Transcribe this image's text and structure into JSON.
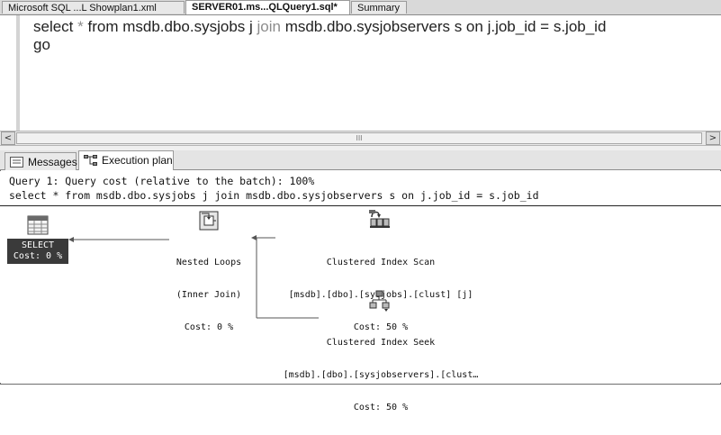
{
  "document_tabs": [
    {
      "label": "Microsoft SQL ...L Showplan1.xml",
      "active": false
    },
    {
      "label": "SERVER01.ms...QLQuery1.sql*",
      "active": true
    },
    {
      "label": "Summary",
      "active": false
    }
  ],
  "editor": {
    "line1": {
      "t1": "select",
      "t2": " * ",
      "t3": "from msdb.dbo.sysjobs j ",
      "t4": "join",
      "t5": " msdb.dbo.sysjobservers s on j.job_id = s.job_id"
    },
    "line2": "go"
  },
  "scrollbar": {
    "left_arrow": "<",
    "right_arrow": ">",
    "thumb_grip": "III"
  },
  "results_tabs": {
    "messages": "Messages",
    "execution_plan": "Execution plan"
  },
  "results": {
    "query_cost_line": "Query 1: Query cost (relative to the batch): 100%",
    "query_text": "select * from msdb.dbo.sysjobs j join msdb.dbo.sysjobservers s on j.job_id = s.job_id"
  },
  "plan": {
    "select": {
      "name": "SELECT",
      "cost": "Cost: 0 %"
    },
    "nested_loops": {
      "name": "Nested Loops",
      "subtype": "(Inner Join)",
      "cost": "Cost: 0 %"
    },
    "clustered_index_scan": {
      "name": "Clustered Index Scan",
      "object": "[msdb].[dbo].[sysjobs].[clust] [j]",
      "cost": "Cost: 50 %"
    },
    "clustered_index_seek": {
      "name": "Clustered Index Seek",
      "object": "[msdb].[dbo].[sysjobservers].[clust…",
      "cost": "Cost: 50 %"
    }
  },
  "icons": {
    "select_op": "table-grid-icon",
    "nested_loops_op": "loop-join-icon",
    "scan_op": "index-scan-icon",
    "seek_op": "index-seek-icon",
    "messages_tab": "messages-icon",
    "plan_tab": "plan-icon"
  }
}
